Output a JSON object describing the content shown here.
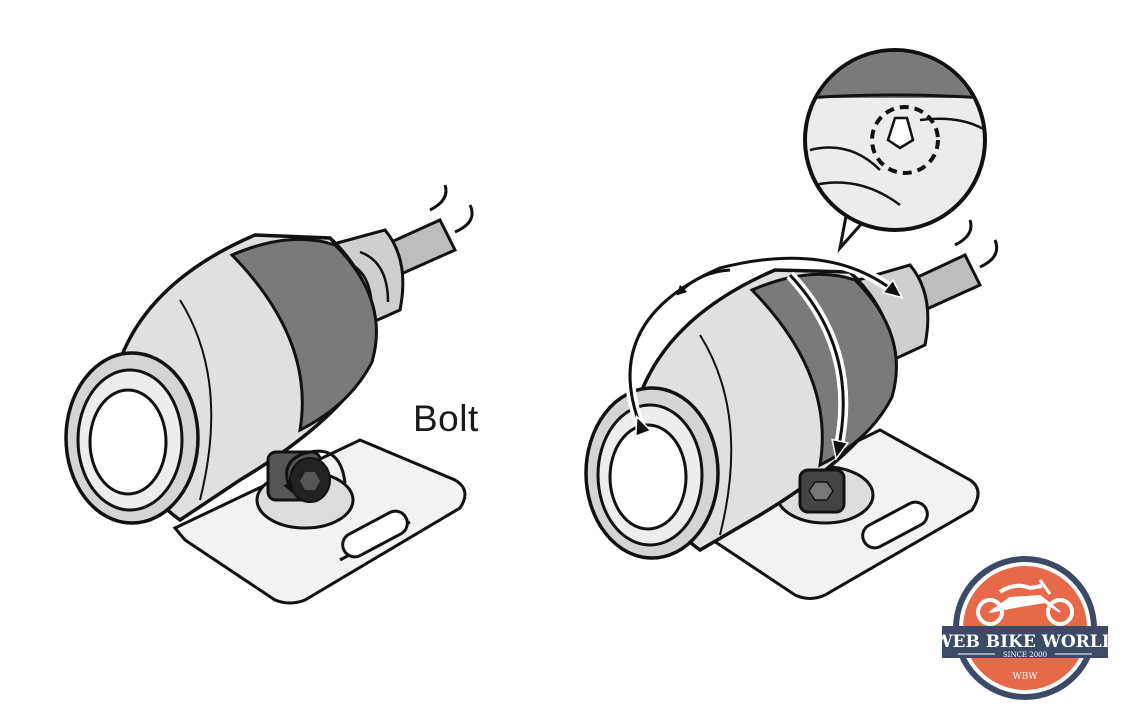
{
  "diagram": {
    "label_bolt": "Bolt"
  },
  "watermark": {
    "brand": "WEB BIKE WORLD",
    "since": "SINCE 2000",
    "initials": "WBW",
    "colors": {
      "ring": "#3d4a66",
      "disc": "#e8684a",
      "banner": "#3d4a66",
      "text": "#ffffff"
    }
  },
  "palette": {
    "dark_band": "#7a7a7a",
    "light_body": "#e2e2e2",
    "outline": "#111111"
  }
}
